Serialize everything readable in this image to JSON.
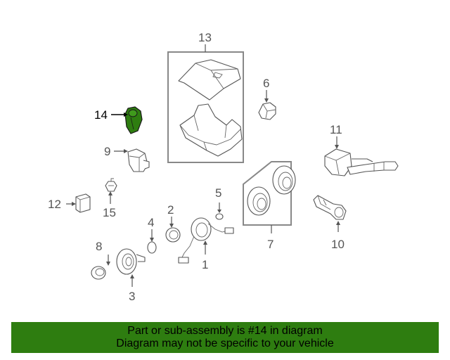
{
  "diagram": {
    "callouts": {
      "c1": "1",
      "c2": "2",
      "c3": "3",
      "c4": "4",
      "c5": "5",
      "c6": "6",
      "c7": "7",
      "c8": "8",
      "c9": "9",
      "c10": "10",
      "c11": "11",
      "c12": "12",
      "c13": "13",
      "c14": "14",
      "c15": "15"
    },
    "highlight_color": "#2e7d10"
  },
  "footer": {
    "line1": "Part or sub-assembly is #14 in diagram",
    "line2": "Diagram may not be specific to your vehicle",
    "background": "#2e7d10"
  }
}
